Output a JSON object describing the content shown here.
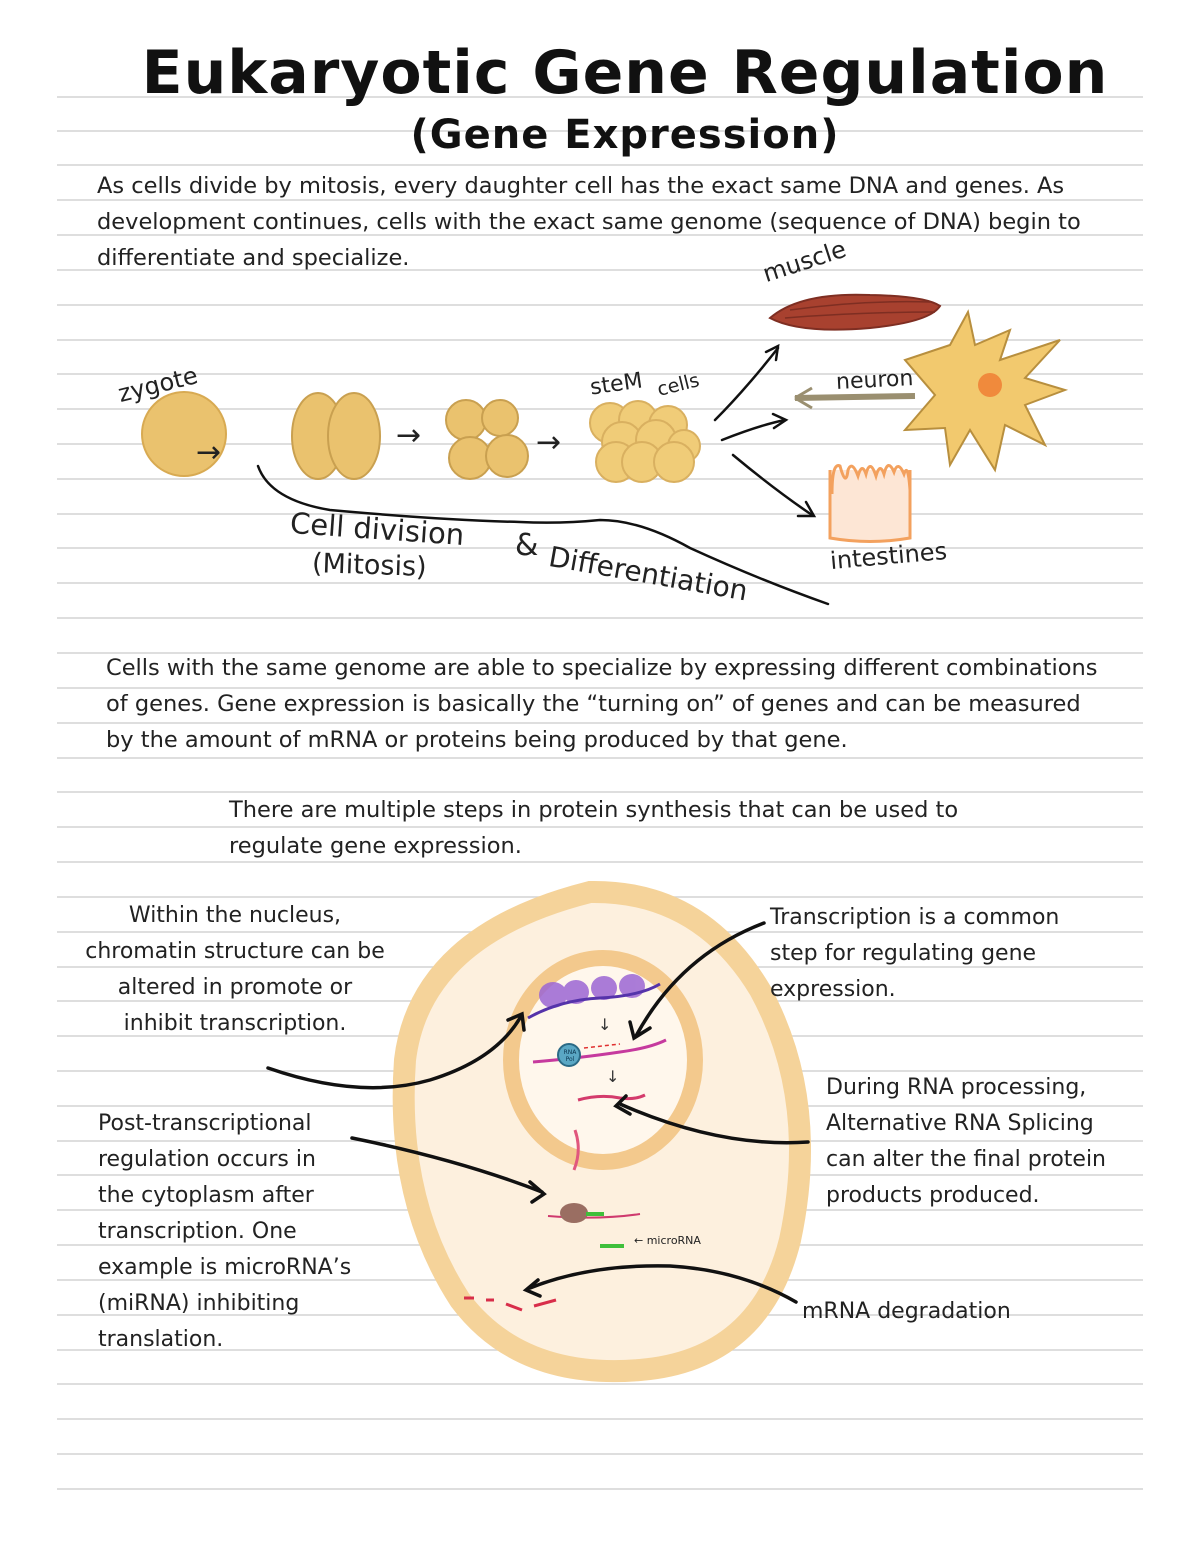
{
  "title": "Eukaryotic Gene Regulation",
  "subtitle": "(Gene Expression)",
  "intro": "As cells divide by mitosis, every daughter cell has the exact same DNA and genes.  As development continues, cells with the exact same genome (sequence of DNA) begin to differentiate and specialize.",
  "diagram1": {
    "zygote": "zygote",
    "stem": "steM",
    "cells": "cells",
    "muscle": "muscle",
    "neuron": "neuron",
    "intestines": "intestines",
    "cell_division": "Cell division",
    "mitosis": "(Mitosis)",
    "amp": "&",
    "differentiation": "Differentiation",
    "arrow": "→"
  },
  "para2": "Cells with the same genome are able to specialize by expressing different combinations of genes. Gene expression is basically the “turning on” of genes and can be measured by the amount of mRNA or proteins being produced by that gene.",
  "para3": "There are multiple steps in protein synthesis that can be used to regulate gene expression.",
  "annotations": {
    "chromatin": "Within the nucleus, chromatin structure can be altered in promote or inhibit transcription.",
    "transcription": "Transcription is a common step for regulating gene expression.",
    "splicing": "During RNA processing, Alternative RNA Splicing can alter the final protein products produced.",
    "post": "Post-transcriptional regulation occurs in the cytoplasm after transcription. One example is microRNA’s (miRNA) inhibiting translation.",
    "degradation": "mRNA degradation",
    "microrna": "← microRNA",
    "rna_pol": "RNA Pol"
  }
}
